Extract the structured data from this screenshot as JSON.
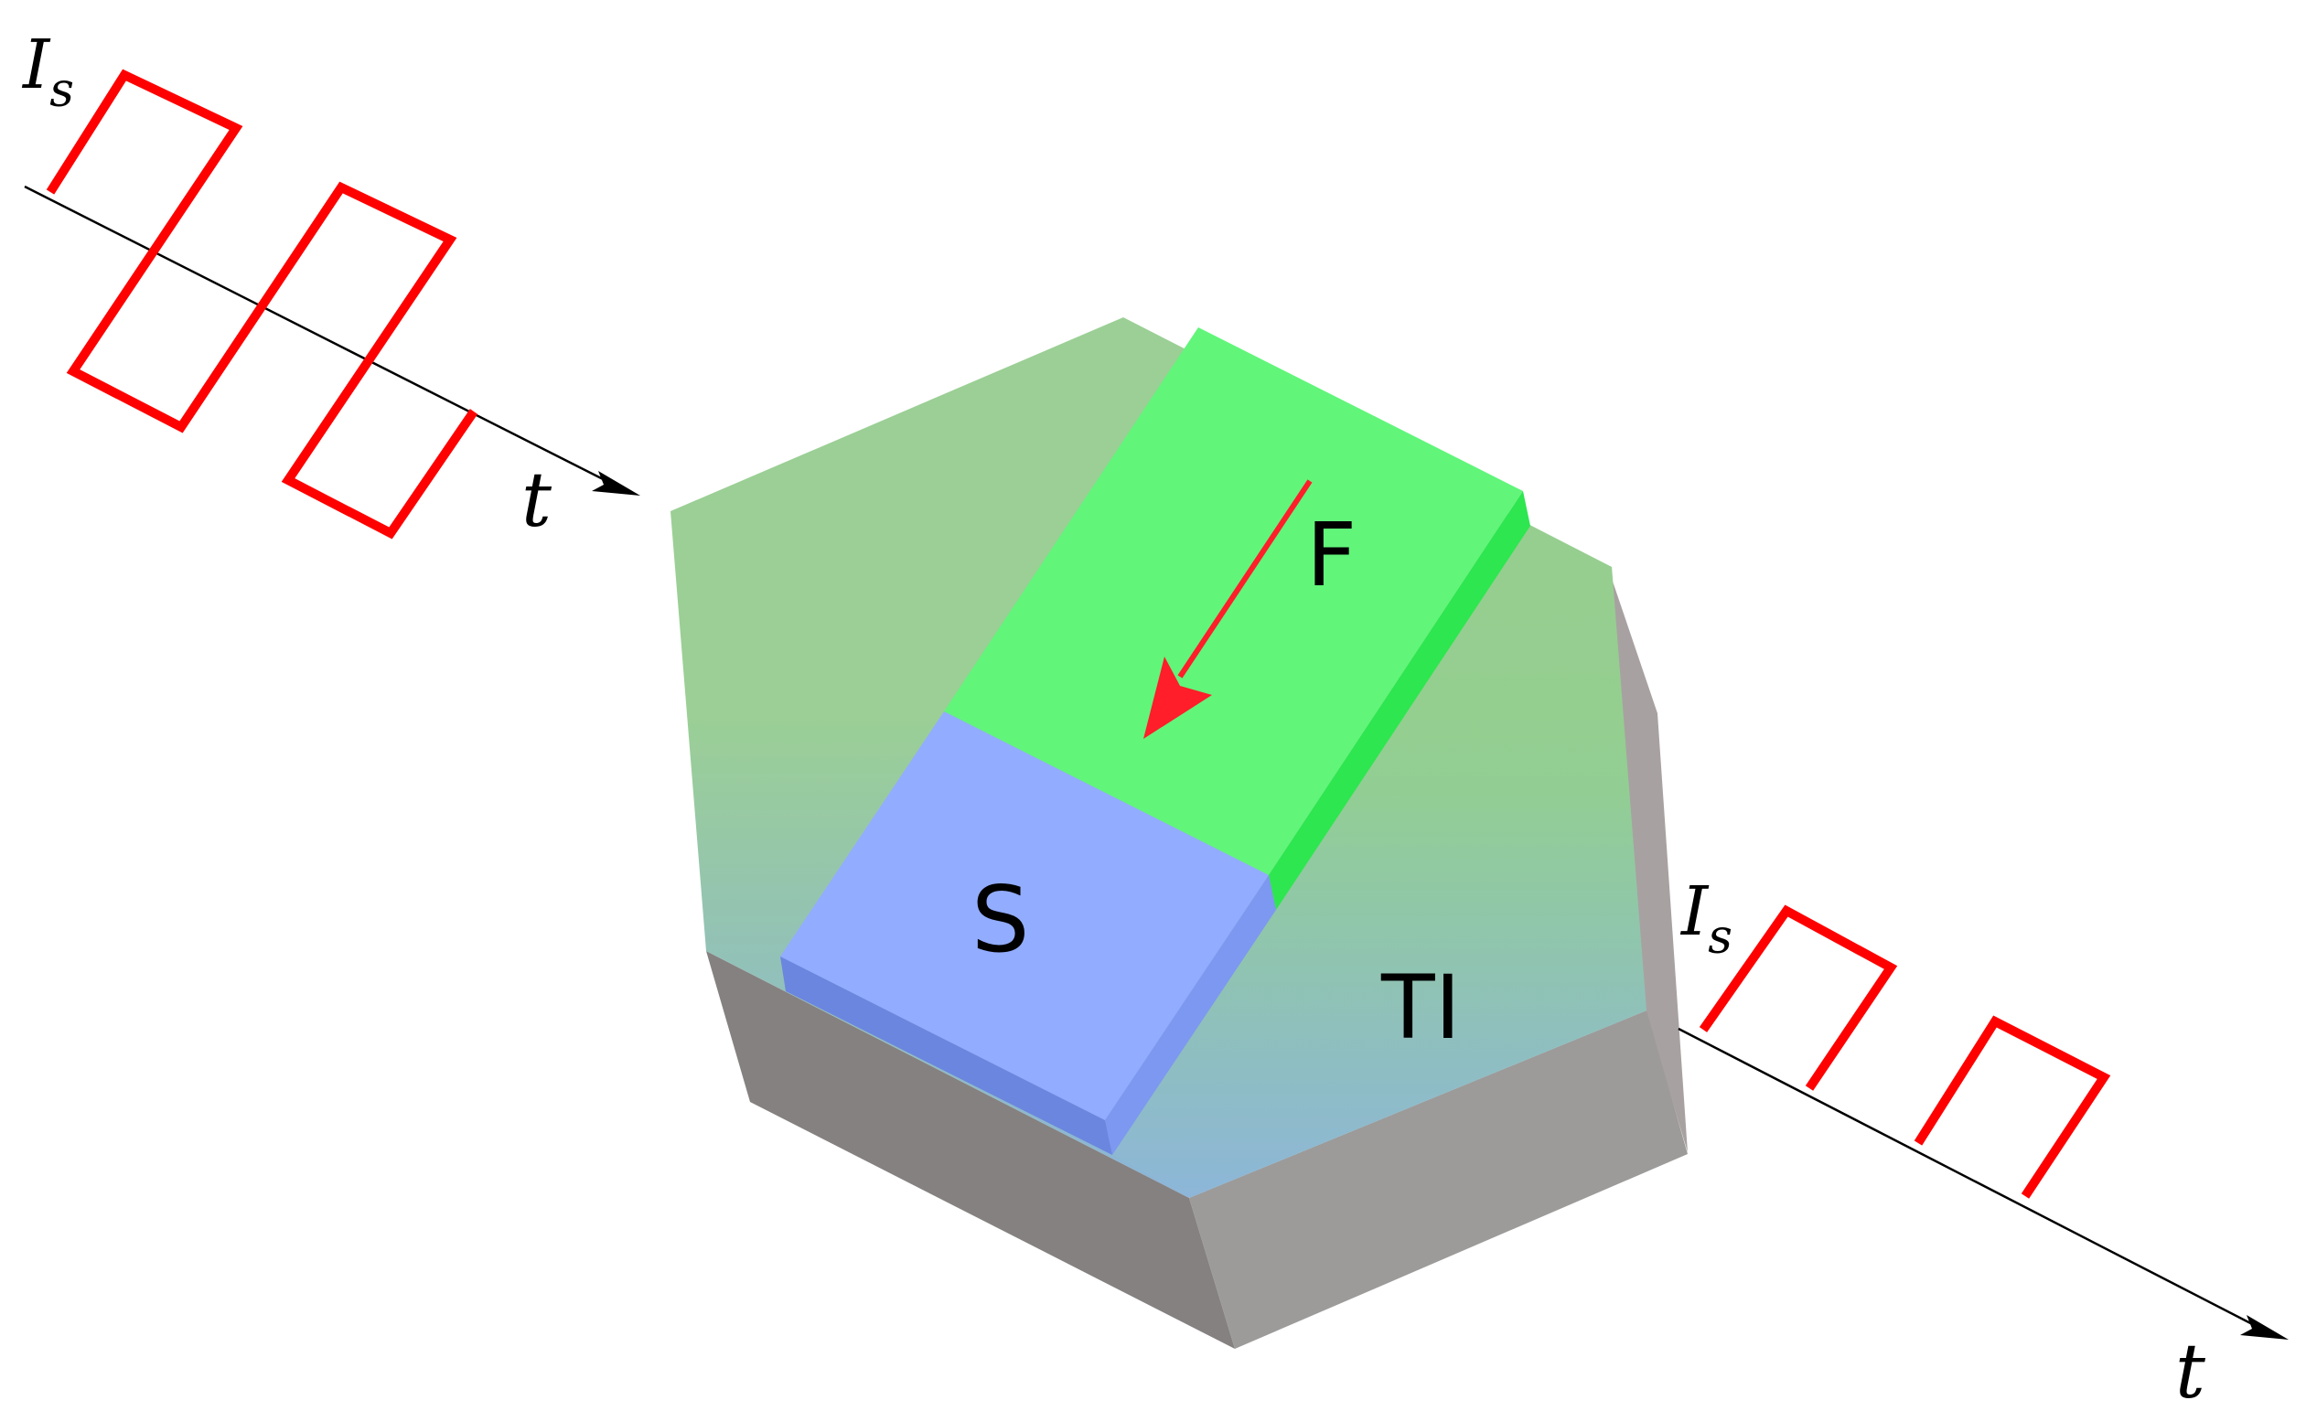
{
  "colors": {
    "pulse": "#ff0000",
    "arrow": "#ff1e2a",
    "ferromagnet_top": "#61f57a",
    "ferromagnet_side": "#2ee64f",
    "superconductor_top": "#92acff",
    "superconductor_side": "#6b86df",
    "superconductor_side_right": "#7d98f0",
    "ti_green": "#9bcf95",
    "ti_blue": "#8ab4d9",
    "substrate_left": "#858180",
    "substrate_right": "#9c9b9a",
    "substrate_far": "#a8a1a1"
  },
  "labels": {
    "current_left": {
      "main": "I",
      "sub": "s"
    },
    "time_left": "t",
    "current_right": {
      "main": "I",
      "sub": "s"
    },
    "time_right": "t",
    "ferromagnet": "F",
    "superconductor": "S",
    "topological_insulator": "TI"
  }
}
